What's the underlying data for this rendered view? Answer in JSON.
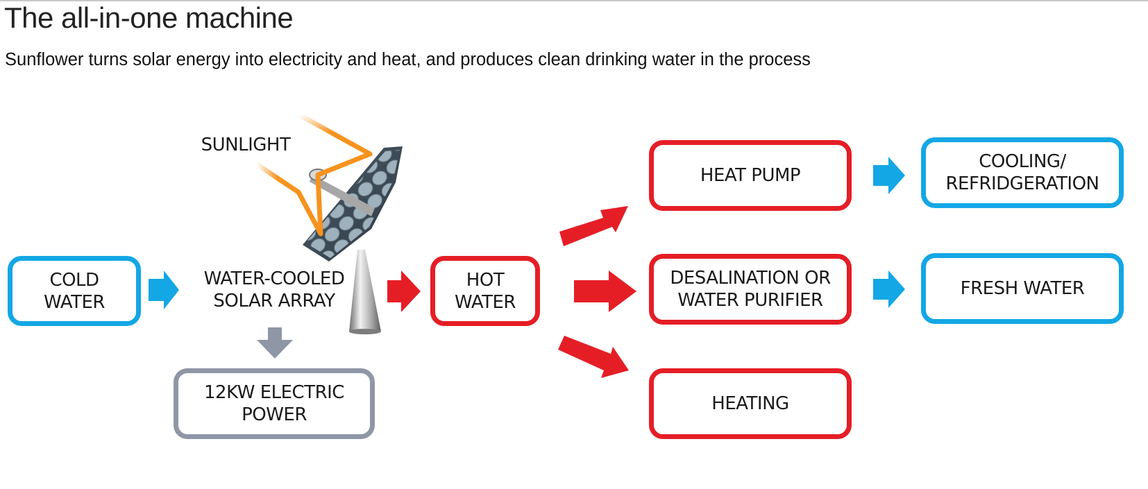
{
  "header": {
    "title": "The all-in-one machine",
    "subtitle": "Sunflower turns solar energy into electricity and heat, and produces clean drinking water in the process"
  },
  "diagram": {
    "sunlight_label": "SUNLIGHT",
    "cold_water": {
      "line1": "COLD",
      "line2": "WATER"
    },
    "solar_array": {
      "line1": "WATER-COOLED",
      "line2": "SOLAR ARRAY"
    },
    "electric_power": {
      "line1": "12KW ELECTRIC",
      "line2": "POWER"
    },
    "hot_water": {
      "line1": "HOT",
      "line2": "WATER"
    },
    "heat_pump": {
      "line1": "HEAT PUMP"
    },
    "desalination": {
      "line1": "DESALINATION OR",
      "line2": "WATER PURIFIER"
    },
    "heating": {
      "line1": "HEATING"
    },
    "cooling": {
      "line1": "COOLING/",
      "line2": "REFRIDGERATION"
    },
    "fresh_water": {
      "line1": "FRESH WATER"
    }
  },
  "colors": {
    "cold": "#13a7e5",
    "hot": "#e51e26",
    "electric": "#8f96a6",
    "sunlight": "#f7931e"
  },
  "icons": [
    "solar-dish-icon",
    "sunlight-rays-icon",
    "arrow-right-icon",
    "arrow-down-icon"
  ]
}
